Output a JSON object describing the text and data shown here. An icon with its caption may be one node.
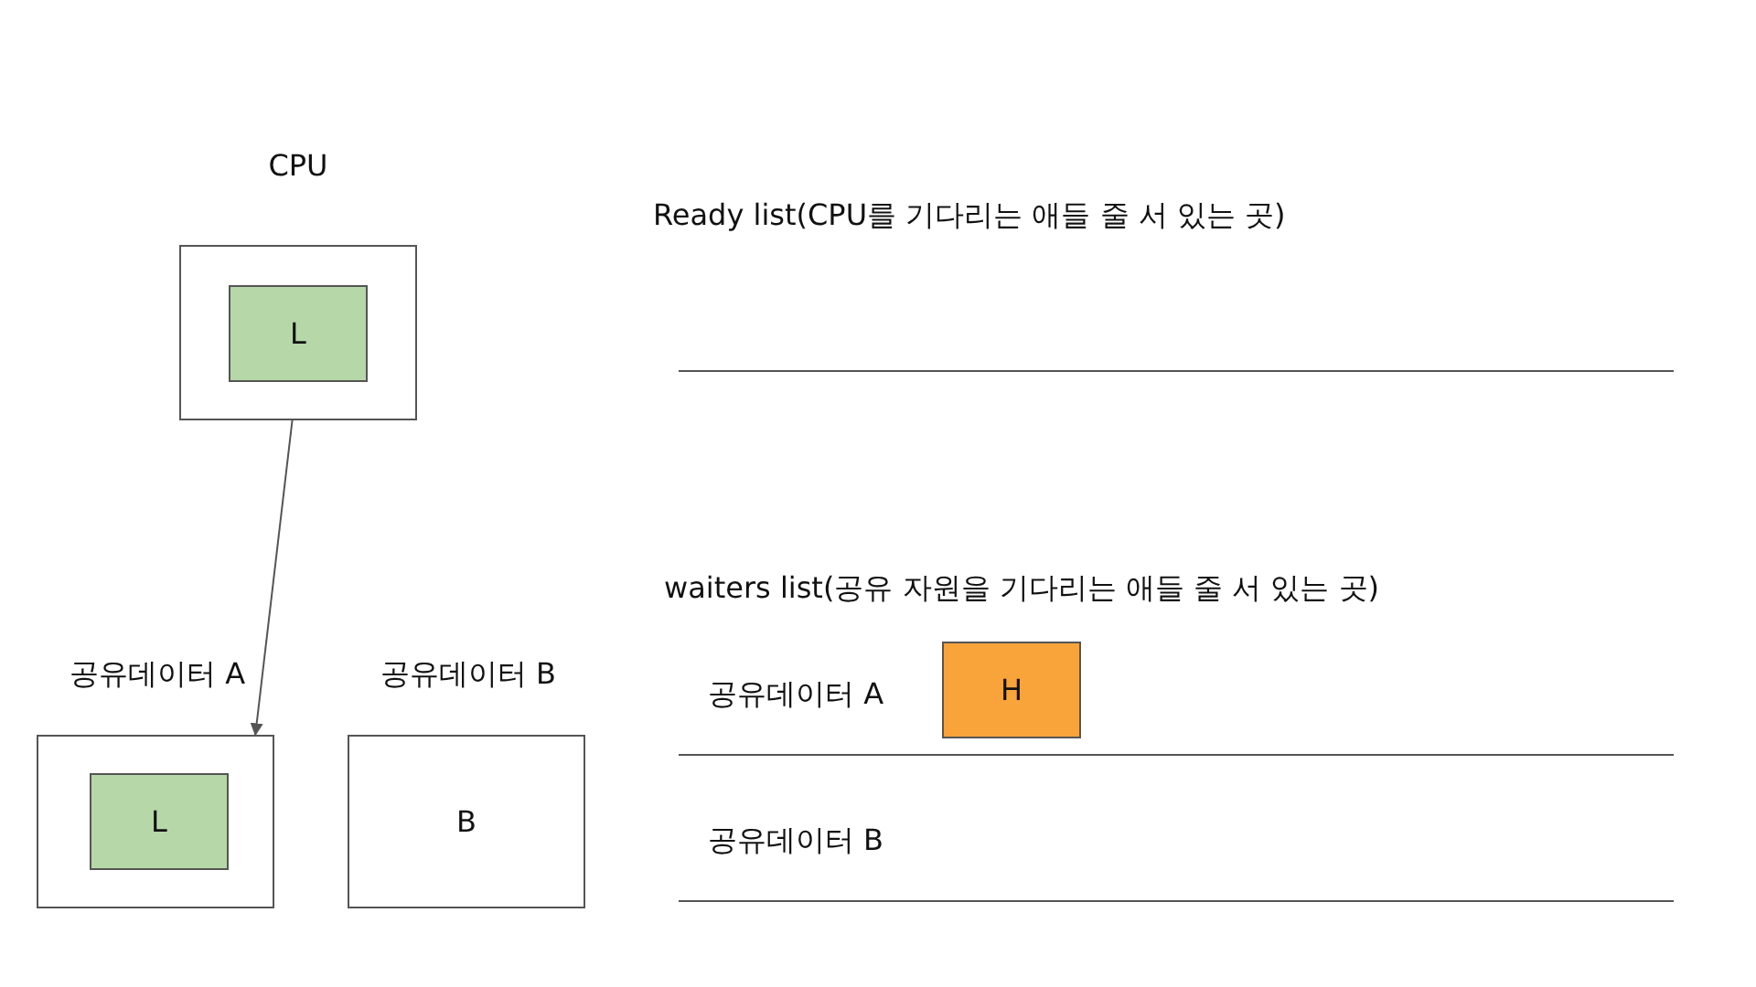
{
  "diagram": {
    "nodes": [
      {
        "text": [
          "CPU"
        ]
      },
      {
        "text": [
          "L"
        ],
        "in": 0
      },
      {
        "text": [
          "공유데이터 A"
        ]
      },
      {
        "text": [
          "L"
        ],
        "in": 2
      },
      {
        "text": [
          "공유데이터 B",
          "B"
        ]
      },
      {
        "text": [
          "H"
        ]
      }
    ],
    "edges": [
      {
        "from": 1,
        "to": 2,
        "arrow": "to"
      }
    ],
    "labels": [
      "Ready list(CPU를 기다리는 애들 줄 서 있는 곳)",
      "waiters list(공유 자원을 기다리는 애들 줄 서 있는 곳)",
      "공유데이터 A",
      "공유데이터 B"
    ]
  }
}
